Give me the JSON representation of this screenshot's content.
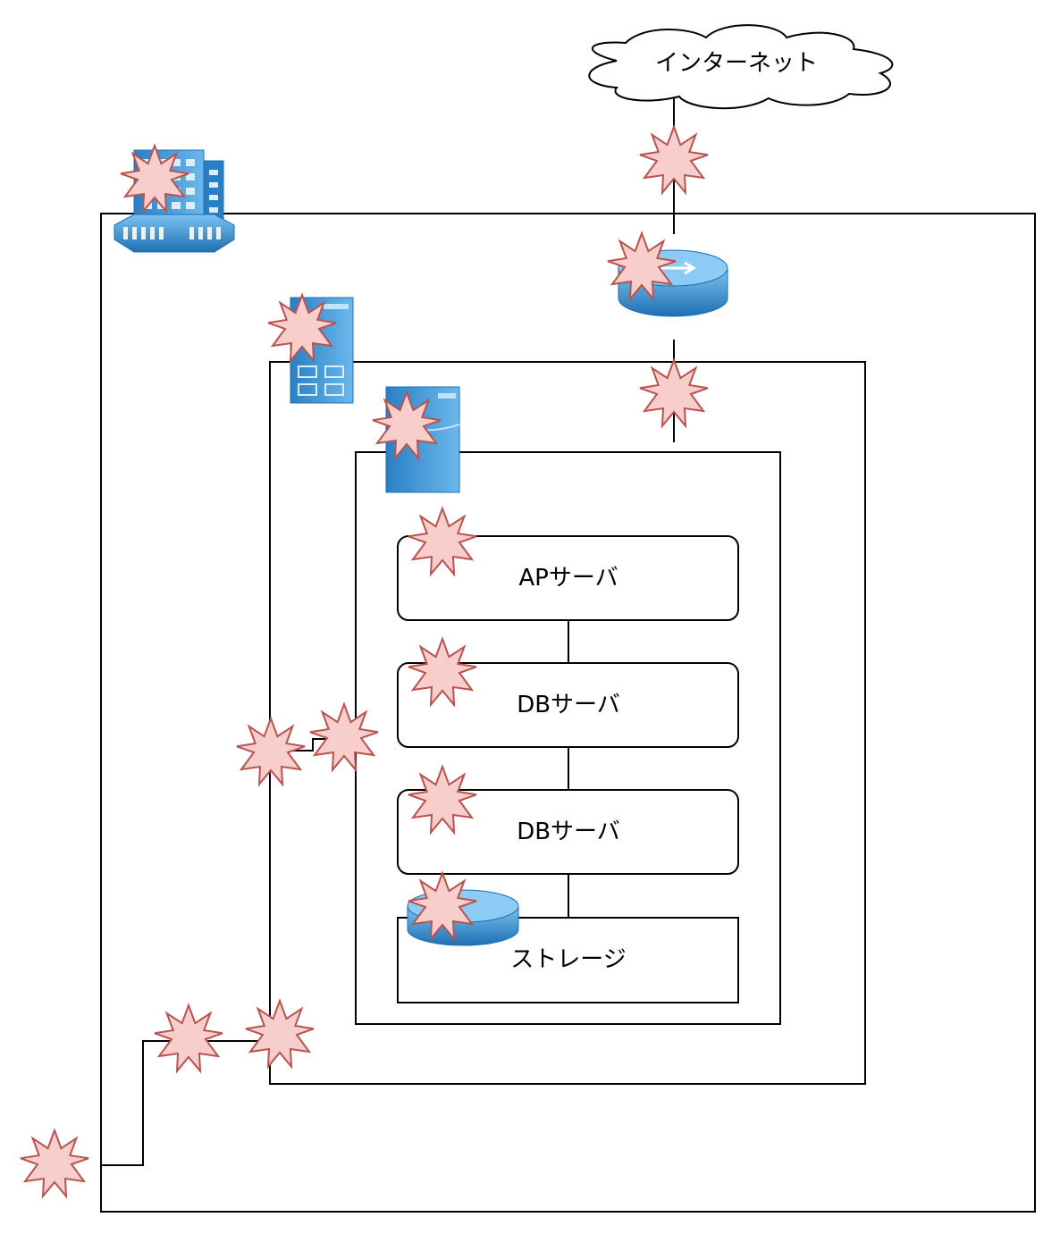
{
  "diagram": {
    "internet": {
      "label": "インターネット"
    },
    "servers": [
      {
        "id": "ap",
        "label": "APサーバ"
      },
      {
        "id": "db1",
        "label": "DBサーバ"
      },
      {
        "id": "db2",
        "label": "DBサーバ"
      }
    ],
    "storage": {
      "label": "ストレージ"
    },
    "icons": [
      "building-icon",
      "router-icon",
      "firewall-icon",
      "server-icon",
      "storage-disk-icon"
    ],
    "colors": {
      "line": "#000000",
      "burst_fill": "#f8cecc",
      "burst_stroke": "#b85450",
      "icon_blue": "#3a9ad9",
      "icon_blue_dark": "#1f6fb2"
    }
  }
}
